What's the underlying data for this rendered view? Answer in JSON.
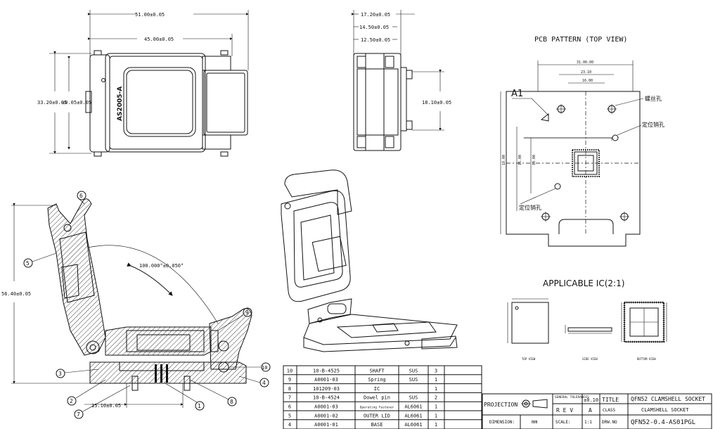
{
  "top_view": {
    "dim_width": "51.00±0.05",
    "dim_inner_width": "45.00±0.05",
    "dim_height": "33.20±0.05",
    "dim_height_inner": "±0.05±0.05",
    "model_label": "AS2005-A"
  },
  "side_view": {
    "dim_top": "17.20±0.05",
    "dim_mid": "14.50±0.05",
    "dim_low": "12.50±0.05",
    "dim_height": "18.10±0.05"
  },
  "pcb": {
    "title": "PCB PATTERN (TOP VIEW)",
    "label_a1": "A1",
    "thread_hole": "螺丝孔",
    "locating_hole_1": "定位销孔",
    "locating_hole_2": "定位销孔",
    "dim_top": "31.00.00",
    "dim_mid": "23.10",
    "dim_inner": "16.00",
    "dim_left": "18.00",
    "dim_left2": "15.00",
    "dim_left3": "10.00"
  },
  "applicable_ic": {
    "title": "APPLICABLE IC(2:1)",
    "top_view_label": "TOP VIEW",
    "side_view_label": "SIDE VIEW",
    "bottom_view_label": "BOTTOM VIEW"
  },
  "section_view": {
    "dim_height": "56.40±0.05",
    "dim_bottom": "15.10±0.05",
    "angle": "100.000°±0.050°",
    "balloons": [
      "1",
      "2",
      "3",
      "4",
      "5",
      "6",
      "7",
      "8",
      "9",
      "10"
    ]
  },
  "bom": [
    {
      "no": "10",
      "part": "10-B-4525",
      "name": "SHAFT",
      "mat": "SUS",
      "qty": "3"
    },
    {
      "no": "9",
      "part": "A0001-03",
      "name": "Spring",
      "mat": "SUS",
      "qty": "1"
    },
    {
      "no": "8",
      "part": "101209-03",
      "name": "IC",
      "mat": "",
      "qty": "1"
    },
    {
      "no": "7",
      "part": "10-B-4524",
      "name": "Dowel pin",
      "mat": "SUS",
      "qty": "2"
    },
    {
      "no": "6",
      "part": "A0001-03",
      "name": "Operating Fastener",
      "mat": "AL6061",
      "qty": "1"
    },
    {
      "no": "5",
      "part": "A0001-02",
      "name": "OUTER LID",
      "mat": "AL6061",
      "qty": "1"
    },
    {
      "no": "4",
      "part": "A0001-01",
      "name": "BASE",
      "mat": "AL6061",
      "qty": "1"
    }
  ],
  "title_block": {
    "projection": "PROJECTION",
    "general_tol": "GENERAL TOLERANCES",
    "tol_value": "±0.10",
    "title_label": "TITLE",
    "title_value": "QFN52 CLAMSHELL SOCKET",
    "rev_label": "R E V",
    "rev_value": "A",
    "class_label": "CLASS",
    "class_value": "CLAMSHELL SOCKET",
    "dimension_label": "DIMENSION:",
    "dimension_value": "mm",
    "scale_label": "SCALE:",
    "scale_value": "1:1",
    "drw_label": "DRW.NO",
    "drw_value": "QFN52-0.4-AS01PGL"
  }
}
